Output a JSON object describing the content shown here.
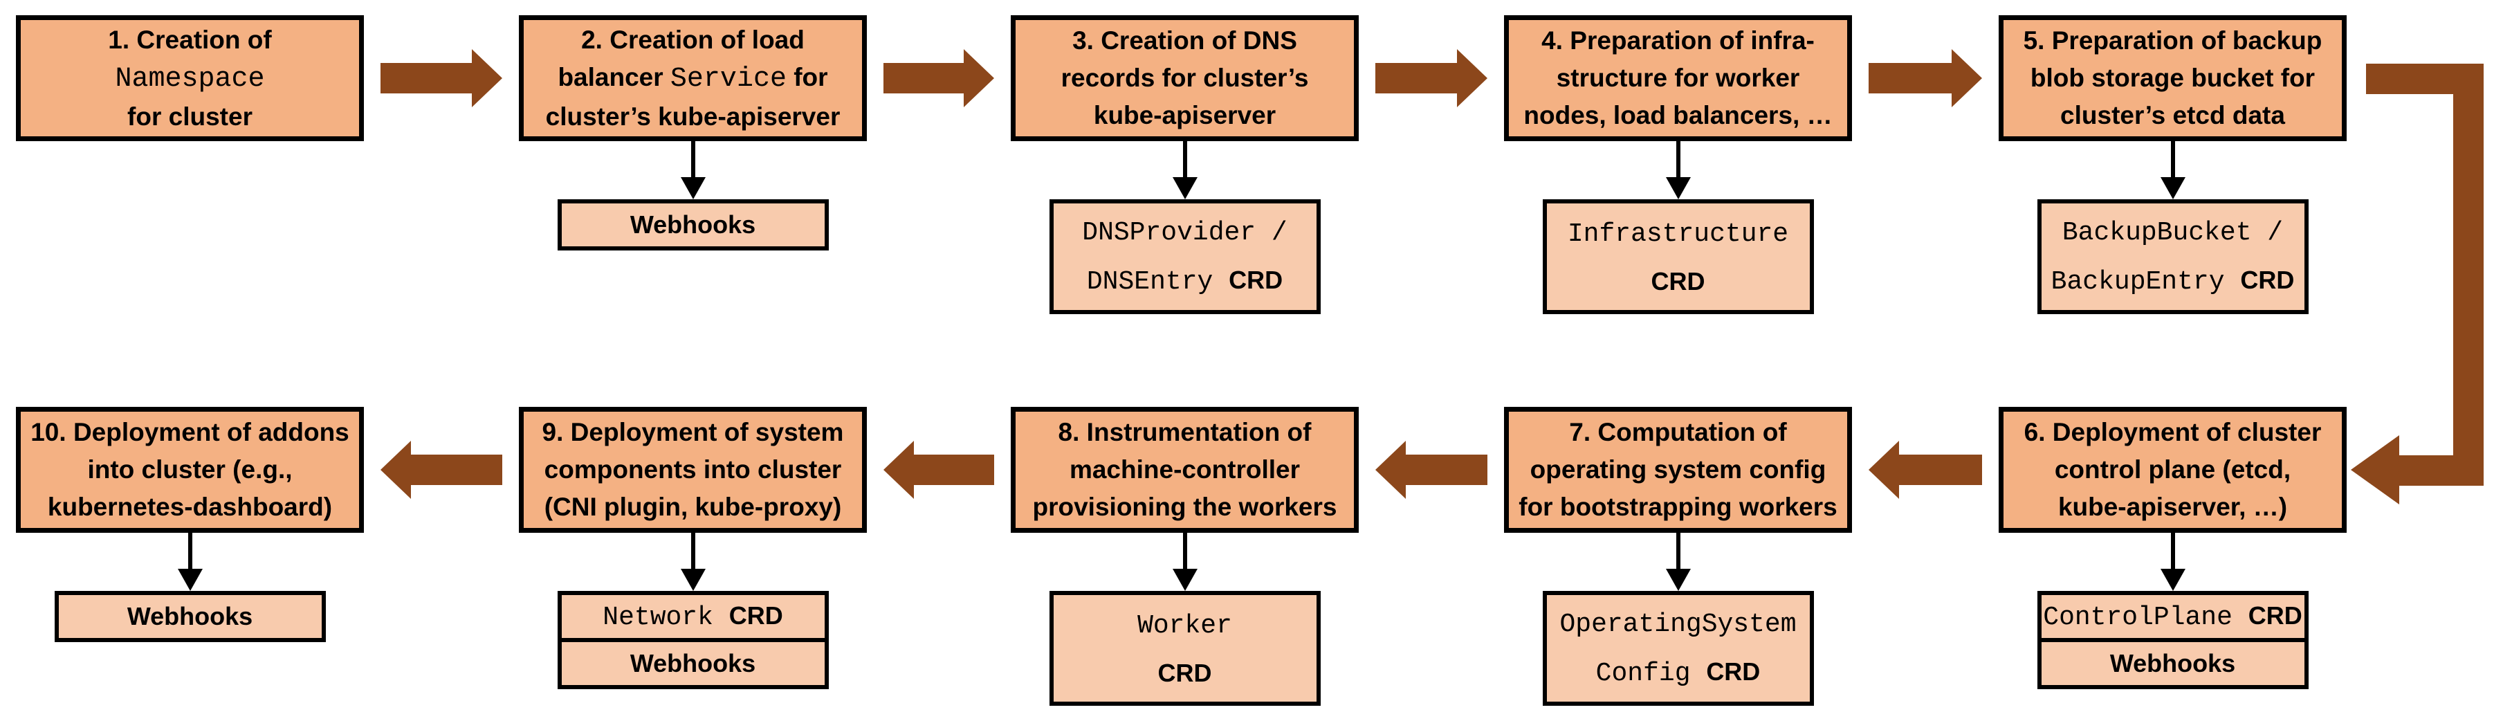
{
  "colors": {
    "main_box_fill": "#F4B183",
    "sub_box_fill": "#F8CBAD",
    "flow_arrow": "#8C471B",
    "border": "#000000"
  },
  "flow": {
    "row1_direction": "left-to-right",
    "row2_direction": "right-to-left",
    "wrap_connector": "step-5-to-step-6"
  },
  "steps": [
    {
      "id": 1,
      "row": 1,
      "col": 0,
      "lines": [
        [
          {
            "t": "1. Creation of"
          }
        ],
        [
          {
            "t": "Namespace",
            "f": "mono"
          }
        ],
        [
          {
            "t": "for cluster"
          }
        ]
      ],
      "sub_boxes": []
    },
    {
      "id": 2,
      "row": 1,
      "col": 1,
      "lines": [
        [
          {
            "t": "2. Creation of load"
          }
        ],
        [
          {
            "t": "balancer "
          },
          {
            "t": "Service",
            "f": "mono"
          },
          {
            "t": " for"
          }
        ],
        [
          {
            "t": "cluster’s kube-apiserver"
          }
        ]
      ],
      "sub_boxes": [
        {
          "lines": [
            [
              {
                "t": "Webhooks"
              }
            ]
          ]
        }
      ]
    },
    {
      "id": 3,
      "row": 1,
      "col": 2,
      "lines": [
        [
          {
            "t": "3. Creation of DNS"
          }
        ],
        [
          {
            "t": "records for cluster’s"
          }
        ],
        [
          {
            "t": "kube-apiserver"
          }
        ]
      ],
      "sub_boxes": [
        {
          "lines": [
            [
              {
                "t": "DNSProvider /",
                "f": "mono"
              }
            ],
            [
              {
                "t": "DNSEntry ",
                "f": "mono"
              },
              {
                "t": "CRD"
              }
            ]
          ]
        }
      ]
    },
    {
      "id": 4,
      "row": 1,
      "col": 3,
      "lines": [
        [
          {
            "t": "4. Preparation of infra-"
          }
        ],
        [
          {
            "t": "structure for worker"
          }
        ],
        [
          {
            "t": "nodes, load balancers, …"
          }
        ]
      ],
      "sub_boxes": [
        {
          "lines": [
            [
              {
                "t": "Infrastructure",
                "f": "mono"
              }
            ],
            [
              {
                "t": "CRD"
              }
            ]
          ]
        }
      ]
    },
    {
      "id": 5,
      "row": 1,
      "col": 4,
      "lines": [
        [
          {
            "t": "5. Preparation of backup"
          }
        ],
        [
          {
            "t": "blob storage bucket for"
          }
        ],
        [
          {
            "t": "cluster’s etcd data"
          }
        ]
      ],
      "sub_boxes": [
        {
          "lines": [
            [
              {
                "t": "BackupBucket /",
                "f": "mono"
              }
            ],
            [
              {
                "t": "BackupEntry ",
                "f": "mono"
              },
              {
                "t": "CRD"
              }
            ]
          ]
        }
      ]
    },
    {
      "id": 6,
      "row": 2,
      "col": 4,
      "lines": [
        [
          {
            "t": "6. Deployment of cluster"
          }
        ],
        [
          {
            "t": "control plane (etcd,"
          }
        ],
        [
          {
            "t": "kube-apiserver, …)"
          }
        ]
      ],
      "sub_boxes": [
        {
          "lines": [
            [
              {
                "t": "ControlPlane ",
                "f": "mono"
              },
              {
                "t": "CRD"
              }
            ]
          ]
        },
        {
          "lines": [
            [
              {
                "t": "Webhooks"
              }
            ]
          ]
        }
      ]
    },
    {
      "id": 7,
      "row": 2,
      "col": 3,
      "lines": [
        [
          {
            "t": "7. Computation of"
          }
        ],
        [
          {
            "t": "operating system config"
          }
        ],
        [
          {
            "t": "for bootstrapping workers"
          }
        ]
      ],
      "sub_boxes": [
        {
          "lines": [
            [
              {
                "t": "OperatingSystem",
                "f": "mono"
              }
            ],
            [
              {
                "t": "Config ",
                "f": "mono"
              },
              {
                "t": "CRD"
              }
            ]
          ]
        }
      ]
    },
    {
      "id": 8,
      "row": 2,
      "col": 2,
      "lines": [
        [
          {
            "t": "8. Instrumentation of"
          }
        ],
        [
          {
            "t": "machine-controller"
          }
        ],
        [
          {
            "t": "provisioning the workers"
          }
        ]
      ],
      "sub_boxes": [
        {
          "lines": [
            [
              {
                "t": "Worker",
                "f": "mono"
              }
            ],
            [
              {
                "t": "CRD"
              }
            ]
          ]
        }
      ]
    },
    {
      "id": 9,
      "row": 2,
      "col": 1,
      "lines": [
        [
          {
            "t": "9. Deployment of system"
          }
        ],
        [
          {
            "t": "components into cluster"
          }
        ],
        [
          {
            "t": "(CNI plugin, kube-proxy)"
          }
        ]
      ],
      "sub_boxes": [
        {
          "lines": [
            [
              {
                "t": "Network ",
                "f": "mono"
              },
              {
                "t": "CRD"
              }
            ]
          ]
        },
        {
          "lines": [
            [
              {
                "t": "Webhooks"
              }
            ]
          ]
        }
      ]
    },
    {
      "id": 10,
      "row": 2,
      "col": 0,
      "lines": [
        [
          {
            "t": "10. Deployment of addons"
          }
        ],
        [
          {
            "t": "into cluster (e.g.,"
          }
        ],
        [
          {
            "t": "kubernetes-dashboard)"
          }
        ]
      ],
      "sub_boxes": [
        {
          "lines": [
            [
              {
                "t": "Webhooks"
              }
            ]
          ]
        }
      ]
    }
  ]
}
